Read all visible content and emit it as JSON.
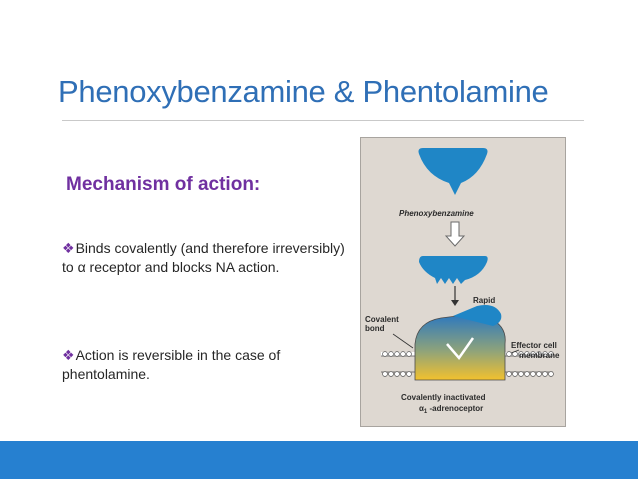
{
  "slide": {
    "title": "Phenoxybenzamine & Phentolamine",
    "subtitle": "Mechanism of action:",
    "bullets": [
      {
        "glyph": "❖",
        "text": "Binds covalently (and therefore irreversibly) to α receptor and blocks NA action."
      },
      {
        "glyph": "❖",
        "text": "Action is reversible in the case of phentolamine."
      }
    ]
  },
  "figure": {
    "drug_label": "Phenoxybenzamine",
    "rapid_label": "Rapid",
    "covalent_label_line1": "Covalent",
    "covalent_label_line2": "bond",
    "effector_label_line1": "Effector cell",
    "effector_label_line2": "membrane",
    "receptor_label_line1": "Covalently inactivated",
    "receptor_label_line2_prefix": "α",
    "receptor_label_line2_sub": "1",
    "receptor_label_line2_suffix": " -adrenoceptor"
  },
  "colors": {
    "title": "#2f6fb6",
    "subtitle": "#7030a0",
    "drug": "#1f86c6",
    "receptor_top": "#2f79bd",
    "receptor_bottom": "#f2c12e",
    "bar": "#2680d0"
  }
}
